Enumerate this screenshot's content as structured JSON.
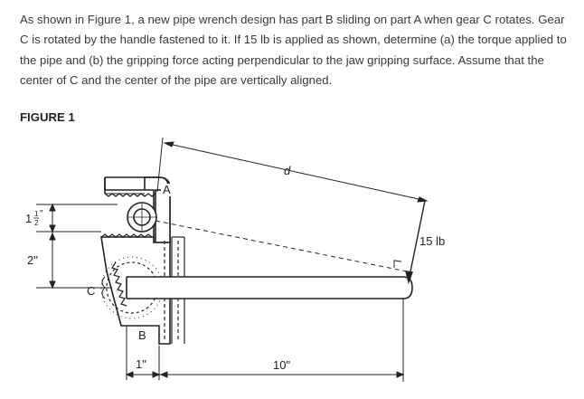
{
  "problem": {
    "text": "As shown in Figure 1, a new pipe wrench design has part B sliding on part A when gear C rotates. Gear C is rotated by the handle fastened to it. If 15 lb is applied as shown, determine (a) the torque applied to the pipe and (b) the gripping force acting perpendicular to the jaw gripping surface. Assume that the center of C and the center of the pipe are vertically aligned."
  },
  "figure": {
    "caption": "FIGURE 1",
    "labels": {
      "part_a": "A",
      "part_b": "B",
      "gear_c": "C",
      "distance_d": "d",
      "force": "15 lb",
      "dim_top": "1",
      "dim_top_num": "1",
      "dim_top_den": "2",
      "dim_top_unit": "\"",
      "dim_mid": "2\"",
      "dim_bottom_1": "1\"",
      "dim_bottom_10": "10\""
    }
  }
}
